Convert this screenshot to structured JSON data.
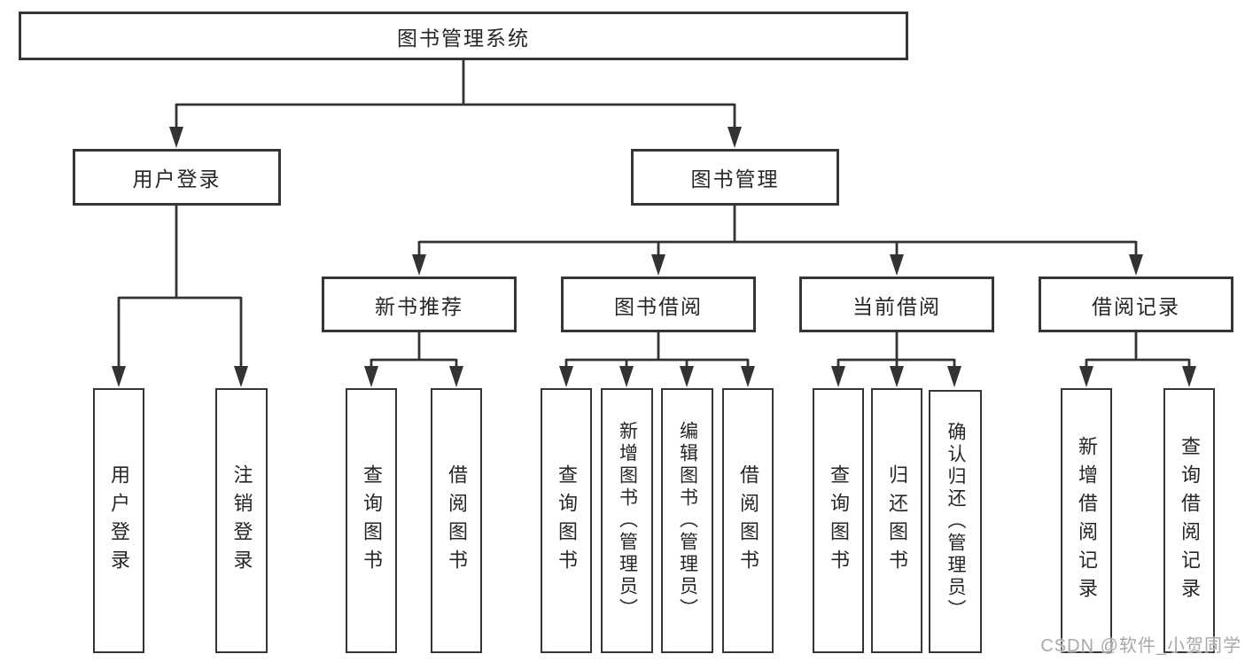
{
  "diagram": {
    "root": {
      "label": "图书管理系统"
    },
    "branches": [
      {
        "label": "用户登录",
        "children": [
          {
            "label": "用户登录"
          },
          {
            "label": "注销登录"
          }
        ]
      },
      {
        "label": "图书管理",
        "groups": [
          {
            "label": "新书推荐",
            "children": [
              {
                "label": "查询图书"
              },
              {
                "label": "借阅图书"
              }
            ]
          },
          {
            "label": "图书借阅",
            "children": [
              {
                "label": "查询图书"
              },
              {
                "label": "新增图书（管理员）"
              },
              {
                "label": "编辑图书（管理员）"
              },
              {
                "label": "借阅图书"
              }
            ]
          },
          {
            "label": "当前借阅",
            "children": [
              {
                "label": "查询图书"
              },
              {
                "label": "归还图书"
              },
              {
                "label": "确认归还（管理员）"
              }
            ]
          },
          {
            "label": "借阅记录",
            "children": [
              {
                "label": "新增借阅记录"
              },
              {
                "label": "查询借阅记录"
              }
            ]
          }
        ]
      }
    ]
  },
  "watermark": {
    "text": "CSDN @软件_小贺同学"
  },
  "colors": {
    "background": "#ffffff",
    "line": "#333333",
    "border": "#353535",
    "text": "#262626",
    "watermark": "#a8a8ac"
  }
}
